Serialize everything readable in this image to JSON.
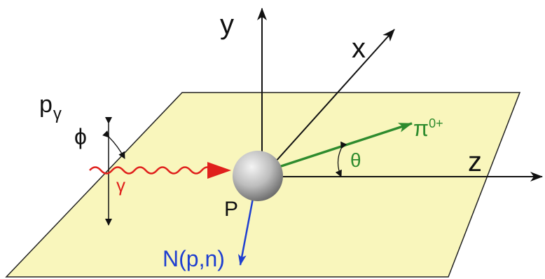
{
  "labels": {
    "y_axis": "y",
    "x_axis": "x",
    "z_axis": "z",
    "p_gamma_base": "p",
    "p_gamma_sub": "γ",
    "phi": "ϕ",
    "gamma": "γ",
    "pion_base": "π",
    "pion_sup": "0+",
    "theta": "θ",
    "proton": "P",
    "nucleon": "N(p,n)"
  },
  "colors": {
    "plane_fill": "#f9f6bc",
    "plane_stroke": "#222222",
    "axis": "#111111",
    "photon": "#e0201c",
    "pion": "#2e8b2e",
    "nucleon": "#1f3fd0",
    "sphere_light": "#f4f4f4",
    "sphere_dark": "#7a7a7a"
  }
}
